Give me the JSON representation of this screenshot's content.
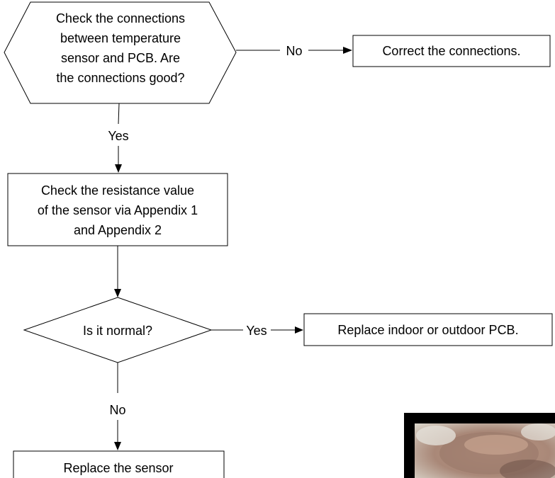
{
  "nodes": {
    "check_connections": {
      "lines": [
        "Check the connections",
        "between temperature",
        "sensor and PCB. Are",
        "the connections good?"
      ]
    },
    "correct_connections": {
      "text": "Correct the connections."
    },
    "check_resistance": {
      "lines": [
        "Check the resistance value",
        "of the sensor via Appendix 1",
        "and Appendix 2"
      ]
    },
    "is_normal": {
      "text": "Is it normal?"
    },
    "replace_pcb": {
      "text": "Replace indoor or outdoor PCB."
    },
    "replace_sensor": {
      "text": "Replace the sensor"
    }
  },
  "edges": {
    "connections_no": "No",
    "connections_yes": "Yes",
    "normal_yes": "Yes",
    "normal_no": "No"
  },
  "photo": {
    "description": "partial photo of a hand holding a part, cropped at bottom-right corner"
  },
  "colors": {
    "line": "#000000",
    "background": "#ffffff",
    "photo_frame": "#000000"
  }
}
